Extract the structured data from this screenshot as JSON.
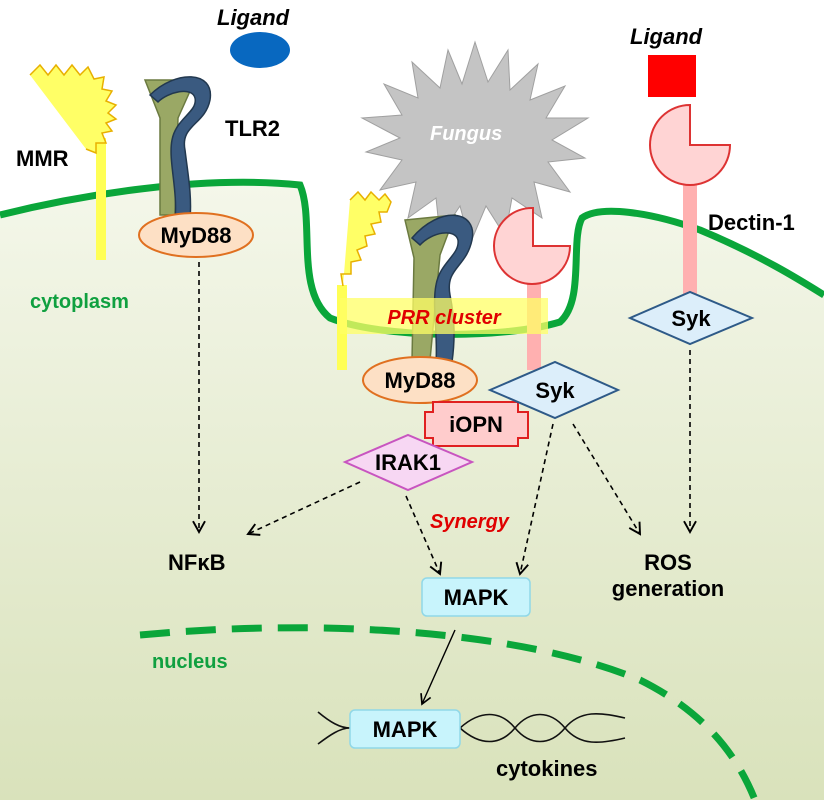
{
  "labels": {
    "ligand_left": "Ligand",
    "ligand_right": "Ligand",
    "tlr2": "TLR2",
    "mmr": "MMR",
    "myd88_left": "MyD88",
    "myd88_cluster": "MyD88",
    "fungus": "Fungus",
    "dectin1": "Dectin-1",
    "syk_right": "Syk",
    "syk_cluster": "Syk",
    "prr_cluster": "PRR cluster",
    "iopn": "iOPN",
    "irak1": "IRAK1",
    "cytoplasm": "cytoplasm",
    "synergy": "Synergy",
    "nfkb": "NFκB",
    "mapk_cyto": "MAPK",
    "ros_line1": "ROS",
    "ros_line2": "generation",
    "nucleus": "nucleus",
    "mapk_nuc": "MAPK",
    "cytokines": "cytokines"
  },
  "colors": {
    "membrane": "#0aa63a",
    "cytoplasm_fill": "#e6ecd2",
    "ligand_oval": "#0868c0",
    "ligand_square": "#ff0000",
    "tlr_dark": "#3a5a80",
    "tlr_light": "#9aa865",
    "mmr": "#ffff55",
    "dectin_fill": "#ffd4d4",
    "dectin_stroke": "#d33",
    "syk_fill": "#dceefa",
    "syk_stroke": "#2e5a88",
    "myd88_fill": "#fde0c5",
    "myd88_stroke": "#e07020",
    "iopn_fill": "#ffcccc",
    "iopn_stroke": "#e02020",
    "irak1_fill": "#f7d7f3",
    "irak1_stroke": "#c855c0",
    "mapk_fill": "#c8f4fc",
    "highlight_text": "#e00000",
    "green_text": "#10a040"
  }
}
